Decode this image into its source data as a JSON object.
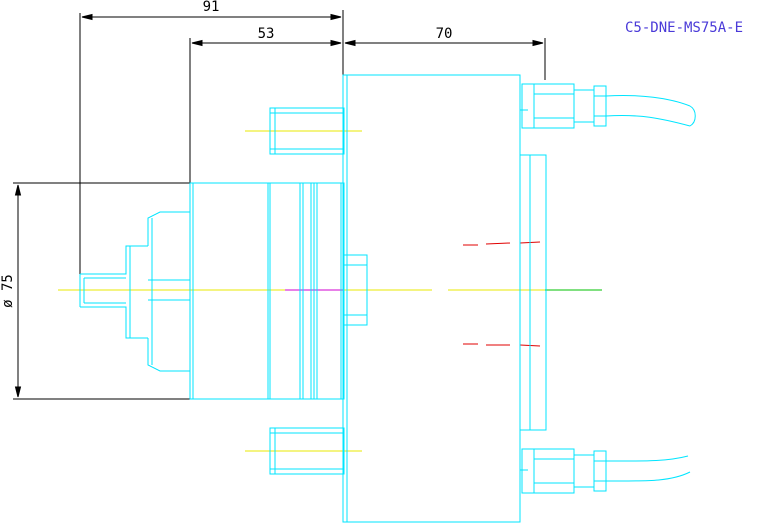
{
  "drawing": {
    "part_code": "C5-DNE-MS75A-E",
    "dimensions": {
      "overall_length": "91",
      "flange_length": "53",
      "body_length": "70",
      "diameter": "ø 75"
    }
  },
  "colors": {
    "outline": "#00e5ff",
    "dimension": "#000000",
    "centerline": "#e8e800",
    "axis_magenta": "#d000d0",
    "axis_green": "#00c000",
    "hidden_red": "#e00000",
    "part_code": "#4a3ad8"
  }
}
